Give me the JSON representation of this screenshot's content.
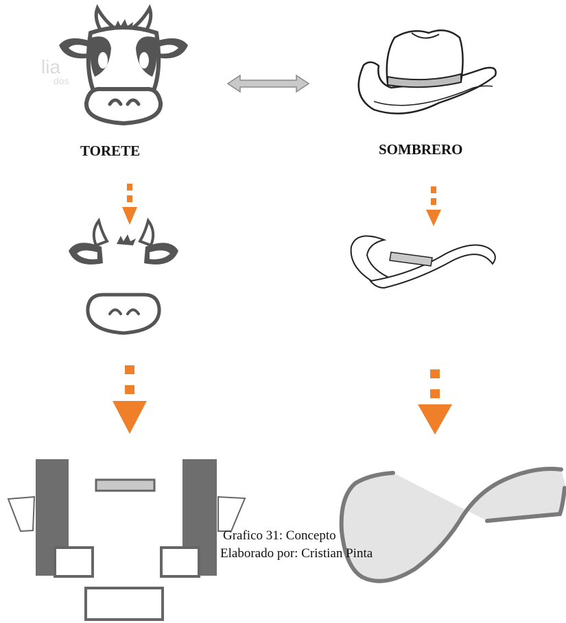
{
  "labels": {
    "left": "TORETE",
    "right": "SOMBRERO"
  },
  "caption": {
    "line1": "Grafico 31: Concepto",
    "line2": "Elaborado por: Cristian Pinta"
  },
  "watermark": {
    "line1": "lia",
    "line2": "dos"
  },
  "colors": {
    "orange": "#F07F2A",
    "dark_gray": "#5B5B5B",
    "mid_gray": "#7A7A7A",
    "light_gray": "#C9C9C9",
    "fill_gray": "#E4E4E4",
    "double_arrow": "#BDBDBD"
  },
  "icons": [
    "cow-head-icon",
    "cowboy-hat-icon",
    "double-arrow-icon",
    "down-arrow-icon"
  ]
}
